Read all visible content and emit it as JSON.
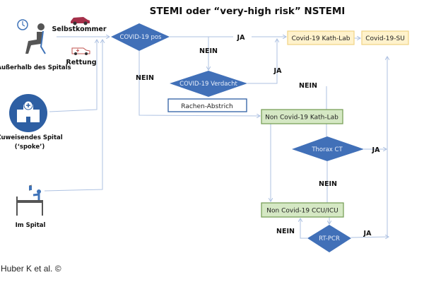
{
  "title": "STEMI oder “very-high risk” NSTEMI",
  "sources": {
    "outside": "Außerhalb des Spitals",
    "self": "Selbstkommer",
    "ambulance": "Rettung",
    "referring_line1": "Zuweisendes Spital",
    "referring_line2": "(‘spoke’)",
    "inhospital": "Im Spital"
  },
  "nodes": {
    "covid_pos": "COVID-19 pos",
    "covid_suspect": "COVID-19 Verdacht",
    "swab": "Rachen-Abstrich",
    "covid_cathlab": "Covid-19 Kath-Lab",
    "covid_su": "Covid-19-SU",
    "noncovid_cathlab": "Non Covid-19 Kath-Lab",
    "thorax_ct": "Thorax CT",
    "noncovid_icu": "Non Covid-19 CCU/ICU",
    "rtpcr": "RT-PCR"
  },
  "edges": {
    "ja": "JA",
    "nein": "NEIN"
  },
  "colors": {
    "diamond": "#4170b8",
    "covid_box": "#fff2cc",
    "noncovid_box": "#d5e8c4",
    "line": "#aec2e2"
  },
  "credit": "Huber K et al. ©"
}
